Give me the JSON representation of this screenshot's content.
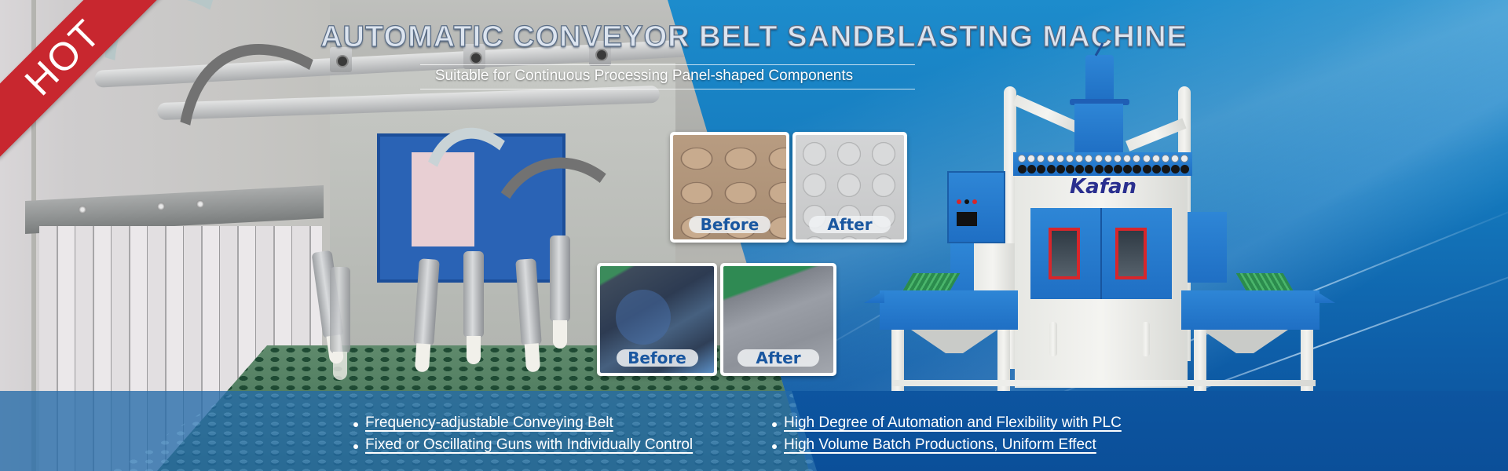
{
  "banner": {
    "badge": "HOT",
    "title": "AUTOMATIC CONVEYOR BELT SANDBLASTING MACHINE",
    "subtitle": "Suitable for Continuous Processing Panel-shaped Components",
    "colors": {
      "badge_red": "#c8272f",
      "blue_bg": "#1479bd",
      "band_blue": "#0b4f99",
      "tag_text": "#1a57a0"
    }
  },
  "comparisons": [
    {
      "label": "Before",
      "sample": "circular-pocket panel (raw)"
    },
    {
      "label": "After",
      "sample": "circular-pocket panel (blasted)"
    },
    {
      "label": "Before",
      "sample": "flat panel on belt (raw)"
    },
    {
      "label": "After",
      "sample": "flat panel on belt (blasted)"
    }
  ],
  "machine": {
    "brand_logo": "Kafan"
  },
  "features": {
    "left": [
      "Frequency-adjustable Conveying Belt",
      "Fixed or Oscillating Guns with Individually Control"
    ],
    "right": [
      "High Degree of Automation and Flexibility with PLC",
      "High Volume Batch Productions, Uniform Effect"
    ]
  }
}
